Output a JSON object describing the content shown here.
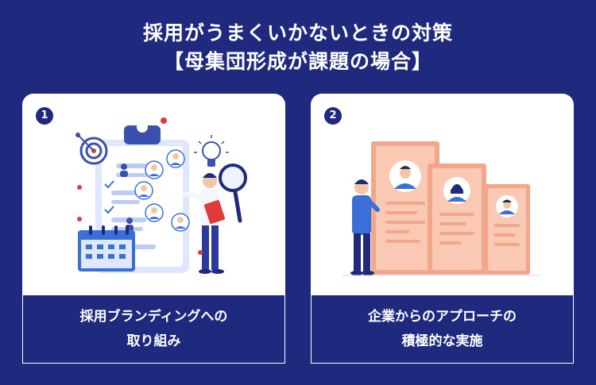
{
  "header": {
    "title_line1": "採用がうまくいかないときの対策",
    "title_line2": "【母集団形成が課題の場合】"
  },
  "cards": [
    {
      "number": "1",
      "label_line1": "採用ブランディングへの",
      "label_line2": "取り組み",
      "illustration": "clipboard-branding-illustration"
    },
    {
      "number": "2",
      "label_line1": "企業からのアプローチの",
      "label_line2": "積極的な実施",
      "illustration": "resume-cards-illustration"
    }
  ],
  "colors": {
    "background": "#1f2a7f",
    "card": "#ffffff",
    "accent_blue": "#3b6fd8",
    "accent_orange": "#f2a68a",
    "accent_red": "#e03a3a"
  }
}
